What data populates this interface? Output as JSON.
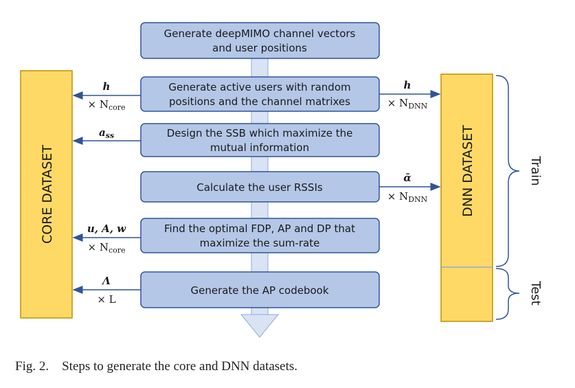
{
  "steps": [
    {
      "line1": "Generate deepMIMO channel vectors",
      "line2": "and user positions"
    },
    {
      "line1": "Generate active users with random",
      "line2": "positions and the channel matrixes"
    },
    {
      "line1": "Design the SSB which maximize the",
      "line2": "mutual information"
    },
    {
      "line1": "Calculate the user RSSIs",
      "line2": ""
    },
    {
      "line1": "Find the optimal FDP, AP and DP that",
      "line2": "maximize the sum-rate"
    },
    {
      "line1": "Generate the AP codebook",
      "line2": ""
    }
  ],
  "core_dataset": {
    "label": "CORE DATASET"
  },
  "dnn_dataset": {
    "label": "DNN DATASET"
  },
  "left_arrows": [
    {
      "top": "h",
      "bottom": "× N",
      "sub": "core"
    },
    {
      "top": "a",
      "top_sub": "ss",
      "bottom": "",
      "sub": ""
    },
    {
      "top": "u, A, w",
      "bottom": "× N",
      "sub": "core"
    },
    {
      "top": "Λ",
      "bottom": "× L",
      "sub": ""
    }
  ],
  "right_arrows": [
    {
      "top": "h",
      "bottom": "× N",
      "sub": "DNN"
    },
    {
      "top": "ᾱ",
      "bottom": "× N",
      "sub": "DNN"
    }
  ],
  "brackets": {
    "train": "Train",
    "test": "Test"
  },
  "caption": "Fig. 2.    Steps to generate the core and DNN datasets.",
  "colors": {
    "box_fill": "#b4c7e7",
    "box_stroke": "#2f5597",
    "dataset_fill": "#ffd966",
    "dataset_stroke": "#bf9000",
    "arrow": "#2f5597",
    "bracket": "#2f5597"
  }
}
